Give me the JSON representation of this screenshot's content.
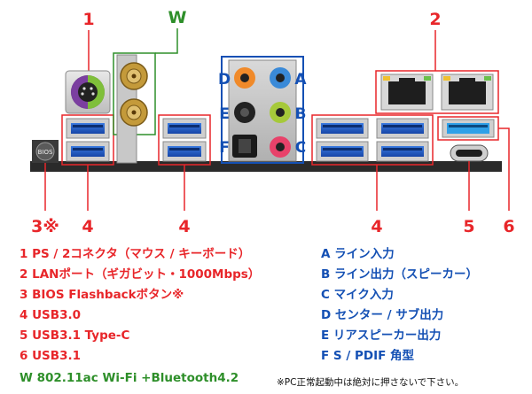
{
  "callouts": {
    "n1": "1",
    "w": "W",
    "n2": "2",
    "n3": "3※",
    "n4a": "4",
    "n4b": "4",
    "n4c": "4",
    "n5": "5",
    "n6": "6"
  },
  "audio_labels": {
    "a": "A",
    "b": "B",
    "c": "C",
    "d": "D",
    "e": "E",
    "f": "F"
  },
  "bios_button_text": "BIOS",
  "legend_left": [
    "1 PS / 2コネクタ（マウス / キーボード）",
    "2 LANポート（ギガビット・1000Mbps）",
    "3 BIOS Flashbackボタン※",
    "4 USB3.0",
    "5 USB3.1 Type-C",
    "6 USB3.1"
  ],
  "legend_right": [
    "A ライン入力",
    "B ライン出力（スピーカー）",
    "C マイク入力",
    "D センター / サブ出力",
    "E リアスピーカー出力",
    "F S / PDIF 角型"
  ],
  "wifi": "W 802.11ac Wi-Fi +Bluetooth4.2",
  "warning": "※PC正常起動中は絶対に押さないで下さい。",
  "colors": {
    "callout_red": "#e8262a",
    "legend_blue": "#1450b4",
    "wifi_green": "#2e8f2a",
    "usb3_blue": "#1b5fd1",
    "audio_orange": "#f08a2a",
    "audio_blue": "#3a8ad8",
    "audio_black": "#222222",
    "audio_lime": "#a6c93a",
    "audio_pink": "#e8426a",
    "audio_grey": "#888888",
    "ps2_purple": "#7b3fa0",
    "ps2_green": "#7fbf3a"
  }
}
